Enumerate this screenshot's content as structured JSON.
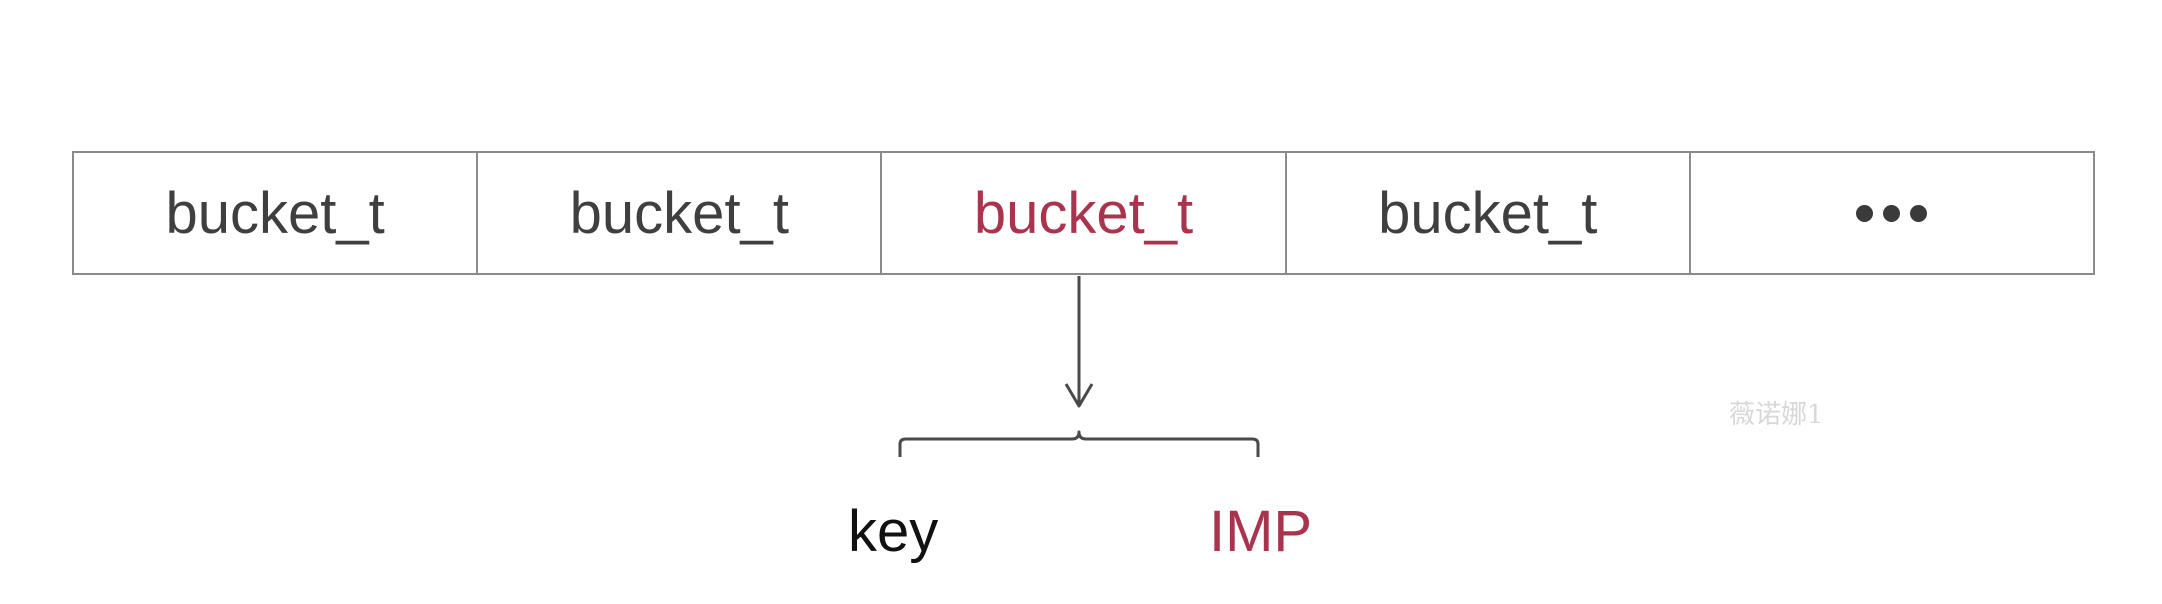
{
  "buckets": [
    {
      "label": "bucket_t",
      "highlight": false
    },
    {
      "label": "bucket_t",
      "highlight": false
    },
    {
      "label": "bucket_t",
      "highlight": true
    },
    {
      "label": "bucket_t",
      "highlight": false
    }
  ],
  "fields": {
    "key": "key",
    "imp": "IMP"
  },
  "watermark": "薇诺娜1",
  "colors": {
    "border": "#8a8a8a",
    "text": "#3f3f3f",
    "accent": "#a8344e"
  },
  "icons": {
    "more": "ellipsis-icon",
    "pointer": "down-arrow-icon",
    "group": "curly-brace-icon"
  }
}
